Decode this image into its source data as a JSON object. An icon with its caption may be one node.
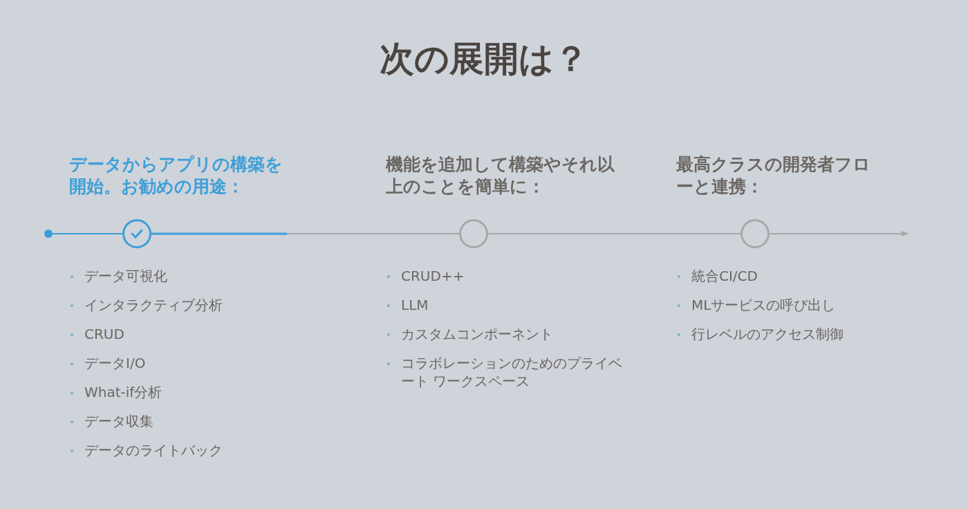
{
  "diagram": {
    "title": "次の展開は？",
    "nodes": [
      {
        "text": [],
        "shape": "circle"
      },
      {
        "text": [],
        "shape": "circle",
        "beside": [
          "データからアプリの構築を開始。お勧めの用途：",
          "データ可視化",
          "インタラクティブ分析",
          "CRUD",
          "データI/O",
          "What-if分析",
          "データ収集",
          "データのライトバック"
        ]
      },
      {
        "text": [],
        "shape": "circle",
        "beside": [
          "機能を追加して構築やそれ以上のことを簡単に：",
          "CRUD++",
          "LLM",
          "カスタムコンポーネント",
          "コラボレーションのためのプライベート ワークスペース"
        ]
      },
      {
        "text": [],
        "shape": "circle",
        "beside": [
          "最高クラスの開発者フローと連携：",
          "統合CI/CD",
          "MLサービスの呼び出し",
          "行レベルのアクセス制御"
        ]
      }
    ],
    "edges": [
      {
        "from": 0,
        "to": 1,
        "arrow": "none",
        "color": "#3a9fd8"
      },
      {
        "from": 1,
        "to": 2,
        "arrow": "none"
      },
      {
        "from": 2,
        "to": 3,
        "arrow": "none"
      },
      {
        "from": 3,
        "to": null,
        "arrow": "to"
      }
    ]
  }
}
